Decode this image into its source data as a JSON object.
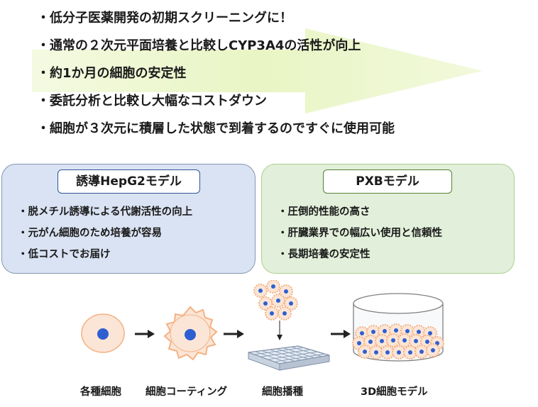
{
  "features": [
    "低分子医薬開発の初期スクリーニングに！",
    "通常の２次元平面培養と比較しCYP3A4の活性が向上",
    "約1か月の細胞の安定性",
    "委託分析と比較し大幅なコストダウン",
    "細胞が３次元に積層した状態で到着するのですぐに使用可能"
  ],
  "bullet_mark": "・",
  "models": [
    {
      "title": "誘導HepG2モデル",
      "items": [
        "・脱メチル誘導による代謝活性の向上",
        "・元がん細胞のため培養が容易",
        "・低コストでお届け"
      ]
    },
    {
      "title": "PXBモデル",
      "items": [
        "・圧倒的性能の高さ",
        "・肝臓業界での幅広い使用と信頼性",
        "・長期培養の安定性"
      ]
    }
  ],
  "process_steps": [
    "各種細胞",
    "細胞コーティング",
    "細胞播種",
    "3D細胞モデル"
  ],
  "colors": {
    "highlight": "#e9f5c4",
    "panel_left_bg": "#dae3f3",
    "panel_left_border": "#2f5597",
    "panel_right_bg": "#e2efda",
    "panel_right_border": "#548235",
    "cell_fill": "#fbe5d6",
    "cell_nucleus": "#2e5fd1",
    "coating": "#f4b183"
  }
}
